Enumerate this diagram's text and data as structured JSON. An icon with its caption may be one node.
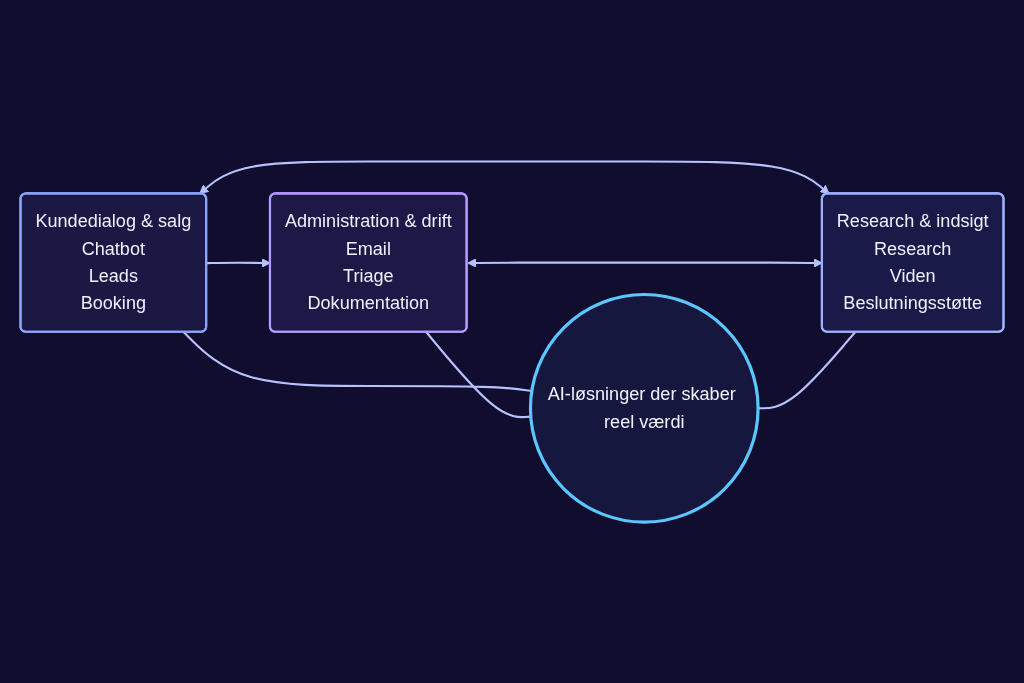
{
  "diagram": {
    "nodes": [
      {
        "text": [
          "Kundedialog & salg",
          "Chatbot",
          "Leads",
          "Booking"
        ]
      },
      {
        "text": [
          "Administration & drift",
          "Email",
          "Triage",
          "Dokumentation"
        ]
      },
      {
        "text": [
          "AI-løsninger der skaber reel værdi"
        ]
      },
      {
        "text": [
          "Research & indsigt",
          "Research",
          "Viden",
          "Beslutningsstøtte"
        ]
      }
    ],
    "edges": [
      {
        "from": 0,
        "to": 1,
        "arrow": "to"
      },
      {
        "from": 0,
        "to": 2,
        "arrow": "none"
      },
      {
        "from": 1,
        "to": 2,
        "arrow": "none"
      },
      {
        "from": 0,
        "to": 3,
        "arrow": "both"
      },
      {
        "from": 1,
        "to": 3,
        "arrow": "both"
      },
      {
        "from": 2,
        "to": 3,
        "arrow": "none"
      }
    ]
  }
}
